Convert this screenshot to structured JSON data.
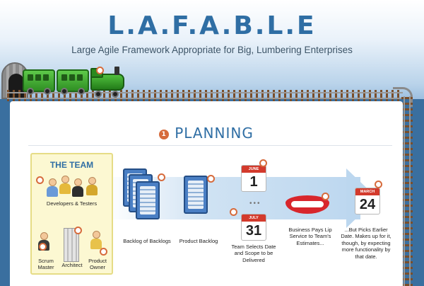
{
  "header": {
    "title": "L.A.F.A.B.L.E",
    "subtitle": "Large Agile Framework Appropriate for Big, Lumbering Enterprises"
  },
  "section": {
    "number": "1",
    "title": "PLANNING"
  },
  "team": {
    "title": "THE TEAM",
    "developers_label": "Developers & Testers",
    "scrum_master_label": "Scrum Master",
    "architect_label": "Architect",
    "product_owner_label": "Product Owner"
  },
  "steps": {
    "backlog_of_backlogs": "Backlog of Backlogs",
    "product_backlog": "Product Backlog",
    "team_selects": "Team Selects Date and Scope to be Delivered",
    "business_pays": "Business Pays Lip Service to Team's Estimates...",
    "picks_earlier": "...But Picks Earlier Date. Makes up for it, though, by expecting more functionality by that date."
  },
  "calendars": {
    "june_month": "JUNE",
    "june_day": "1",
    "july_month": "JULY",
    "july_day": "31",
    "march_month": "MARCH",
    "march_day": "24"
  },
  "ellipsis": "•••",
  "colors": {
    "title_blue": "#2f6ea4",
    "accent_orange": "#d66b3c",
    "train_green": "#3fae2f",
    "calendar_red": "#d33a2c",
    "team_box": "#fcf8d2"
  }
}
